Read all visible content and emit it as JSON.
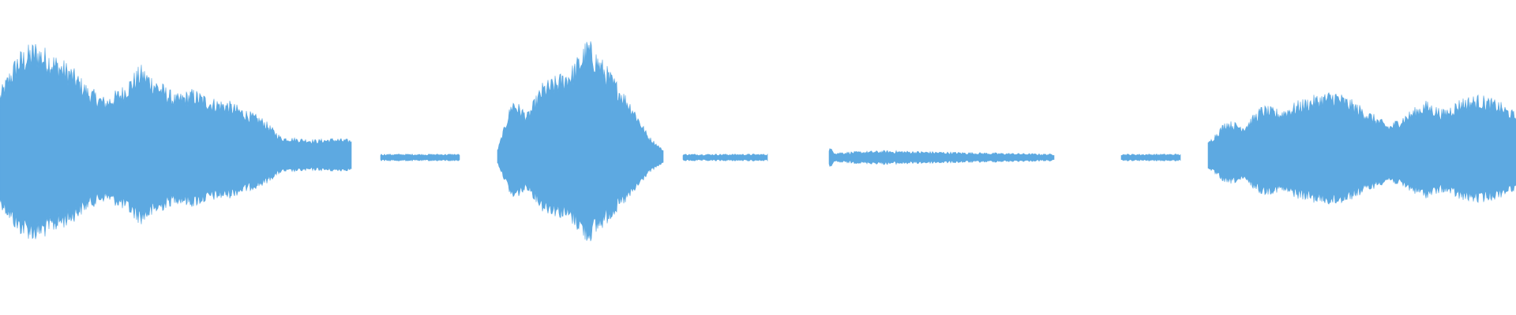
{
  "waveform": {
    "color": "#5DA9E1",
    "background": "#FFFFFF",
    "segments": [
      {
        "id": "seg-1",
        "label": "",
        "kind": "speech",
        "envelope": [
          [
            0.0,
            0.45
          ],
          [
            0.02,
            0.7
          ],
          [
            0.04,
            0.78
          ],
          [
            0.06,
            0.7
          ],
          [
            0.08,
            0.62
          ],
          [
            0.1,
            0.48
          ],
          [
            0.12,
            0.4
          ],
          [
            0.14,
            0.48
          ],
          [
            0.16,
            0.62
          ],
          [
            0.18,
            0.52
          ],
          [
            0.2,
            0.42
          ],
          [
            0.22,
            0.46
          ],
          [
            0.24,
            0.4
          ],
          [
            0.26,
            0.38
          ],
          [
            0.28,
            0.32
          ],
          [
            0.3,
            0.26
          ],
          [
            0.32,
            0.14
          ],
          [
            0.34,
            0.13
          ],
          [
            0.36,
            0.12
          ],
          [
            0.38,
            0.13
          ],
          [
            0.4,
            0.12
          ]
        ]
      },
      {
        "id": "seg-2",
        "label": "",
        "kind": "noise",
        "envelope": [
          [
            0.0,
            0.02
          ],
          [
            0.5,
            0.02
          ],
          [
            1.0,
            0.02
          ]
        ]
      },
      {
        "id": "seg-3",
        "label": "",
        "kind": "speech",
        "envelope": [
          [
            0.0,
            0.05
          ],
          [
            0.05,
            0.4
          ],
          [
            0.1,
            0.3
          ],
          [
            0.15,
            0.5
          ],
          [
            0.2,
            0.55
          ],
          [
            0.25,
            0.62
          ],
          [
            0.3,
            0.8
          ],
          [
            0.35,
            0.65
          ],
          [
            0.4,
            0.5
          ],
          [
            0.45,
            0.35
          ],
          [
            0.5,
            0.15
          ],
          [
            0.55,
            0.05
          ]
        ]
      },
      {
        "id": "seg-4",
        "label": "",
        "kind": "noise",
        "envelope": [
          [
            0.0,
            0.02
          ],
          [
            1.0,
            0.02
          ]
        ]
      },
      {
        "id": "seg-5",
        "label": "",
        "kind": "noise",
        "envelope": [
          [
            0.0,
            0.06
          ],
          [
            0.03,
            0.03
          ],
          [
            0.25,
            0.04
          ],
          [
            0.6,
            0.03
          ],
          [
            1.0,
            0.02
          ]
        ]
      },
      {
        "id": "seg-6",
        "label": "",
        "kind": "noise",
        "envelope": [
          [
            0.0,
            0.02
          ],
          [
            1.0,
            0.02
          ]
        ]
      },
      {
        "id": "seg-7",
        "label": "",
        "kind": "speech",
        "envelope": [
          [
            0.0,
            0.1
          ],
          [
            0.05,
            0.25
          ],
          [
            0.1,
            0.22
          ],
          [
            0.15,
            0.35
          ],
          [
            0.2,
            0.32
          ],
          [
            0.25,
            0.38
          ],
          [
            0.3,
            0.42
          ],
          [
            0.35,
            0.45
          ],
          [
            0.4,
            0.38
          ],
          [
            0.45,
            0.3
          ],
          [
            0.5,
            0.22
          ],
          [
            0.55,
            0.3
          ],
          [
            0.6,
            0.38
          ],
          [
            0.65,
            0.32
          ],
          [
            0.7,
            0.4
          ],
          [
            0.75,
            0.42
          ],
          [
            0.8,
            0.38
          ],
          [
            0.85,
            0.3
          ]
        ]
      }
    ]
  }
}
